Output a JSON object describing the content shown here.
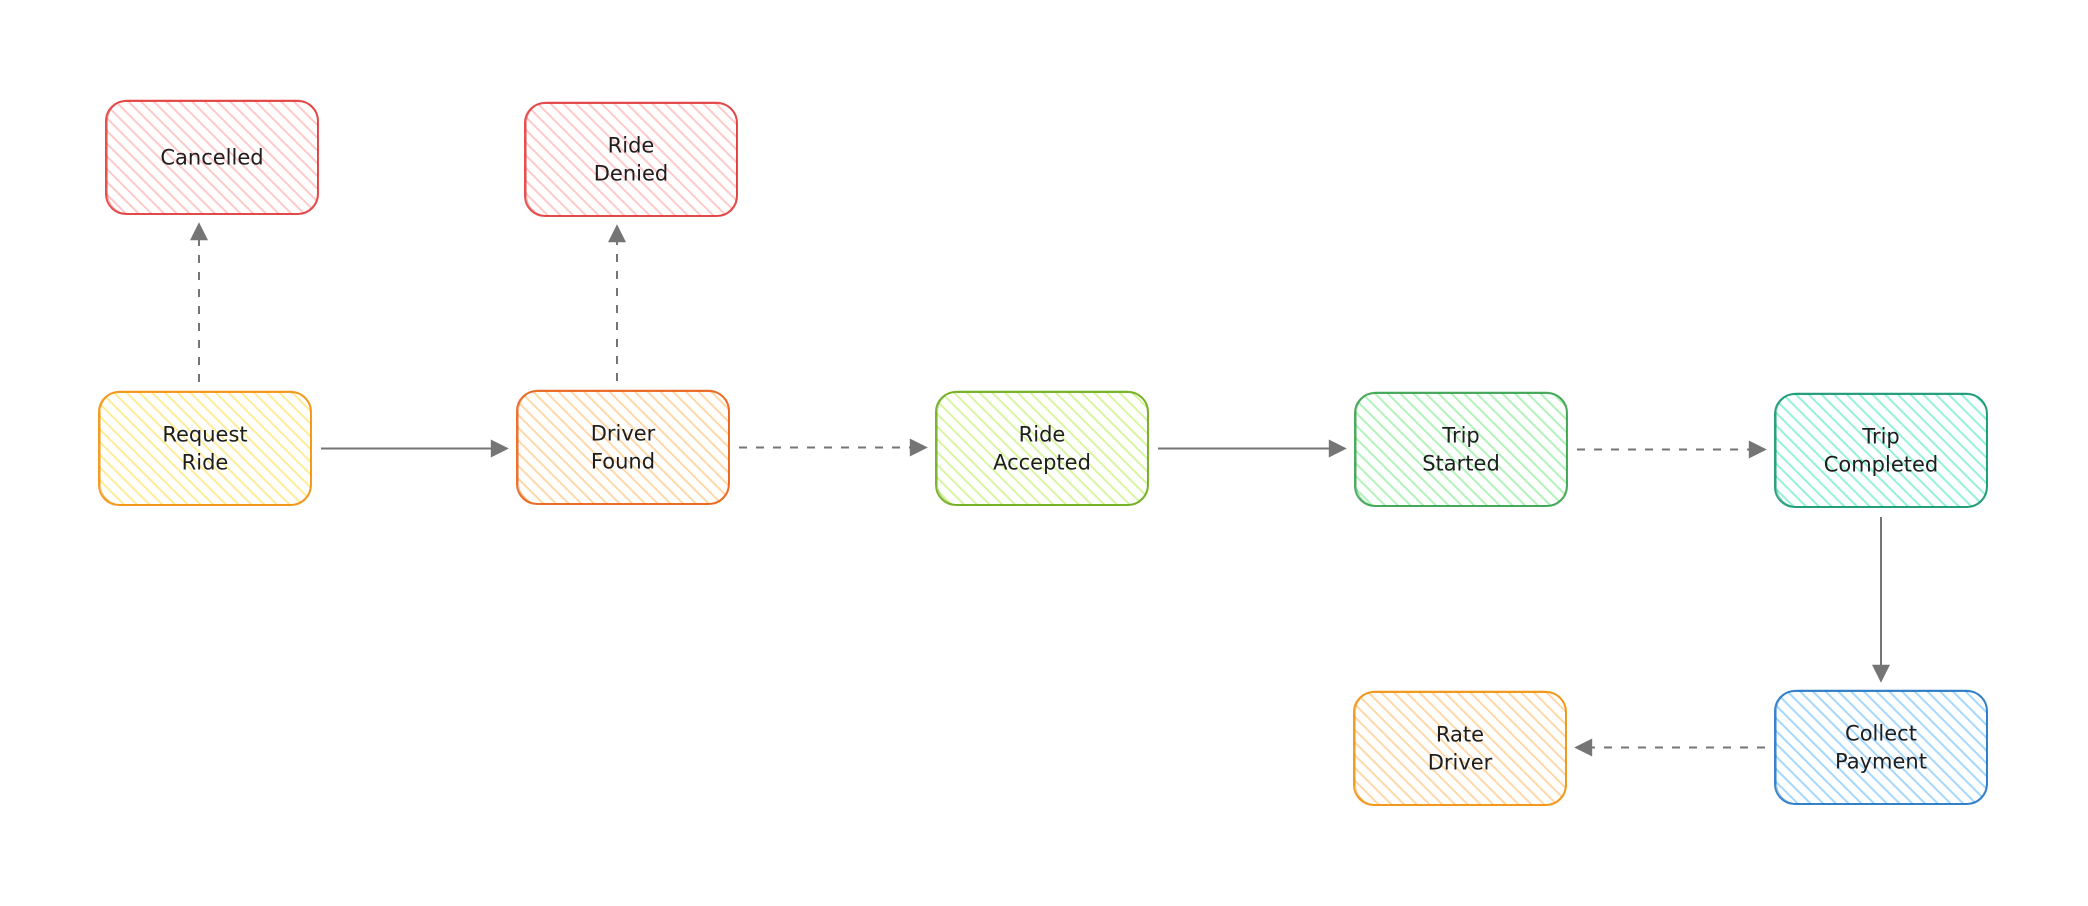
{
  "nodes": [
    {
      "id": "cancelled",
      "lines": [
        "Cancelled"
      ],
      "stroke": "#e03131",
      "fill": "#ffc9c9"
    },
    {
      "id": "ride-denied",
      "lines": [
        "Ride",
        "Denied"
      ],
      "stroke": "#e03131",
      "fill": "#ffc9c9"
    },
    {
      "id": "request-ride",
      "lines": [
        "Request",
        "Ride"
      ],
      "stroke": "#f08c00",
      "fill": "#ffec99"
    },
    {
      "id": "driver-found",
      "lines": [
        "Driver",
        "Found"
      ],
      "stroke": "#e8590c",
      "fill": "#ffd8a8"
    },
    {
      "id": "ride-accepted",
      "lines": [
        "Ride",
        "Accepted"
      ],
      "stroke": "#66a80f",
      "fill": "#d8f5a2"
    },
    {
      "id": "trip-started",
      "lines": [
        "Trip",
        "Started"
      ],
      "stroke": "#2f9e44",
      "fill": "#b2f2bb"
    },
    {
      "id": "trip-completed",
      "lines": [
        "Trip",
        "Completed"
      ],
      "stroke": "#099268",
      "fill": "#96f2d7"
    },
    {
      "id": "collect-payment",
      "lines": [
        "Collect",
        "Payment"
      ],
      "stroke": "#1971c2",
      "fill": "#a5d8ff"
    },
    {
      "id": "rate-driver",
      "lines": [
        "Rate",
        "Driver"
      ],
      "stroke": "#f08c00",
      "fill": "#ffd8a8"
    }
  ],
  "edges": [
    {
      "from": "request-ride",
      "to": "cancelled",
      "style": "dashed"
    },
    {
      "from": "driver-found",
      "to": "ride-denied",
      "style": "dashed"
    },
    {
      "from": "request-ride",
      "to": "driver-found",
      "style": "solid"
    },
    {
      "from": "driver-found",
      "to": "ride-accepted",
      "style": "dashed"
    },
    {
      "from": "ride-accepted",
      "to": "trip-started",
      "style": "solid"
    },
    {
      "from": "trip-started",
      "to": "trip-completed",
      "style": "dashed"
    },
    {
      "from": "trip-completed",
      "to": "collect-payment",
      "style": "solid"
    },
    {
      "from": "collect-payment",
      "to": "rate-driver",
      "style": "dashed"
    }
  ],
  "arrow_color": "#757575"
}
